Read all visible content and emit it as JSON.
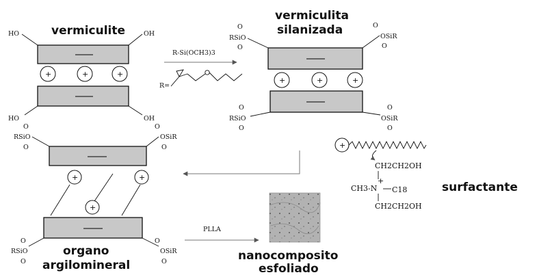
{
  "labels": {
    "vermiculite": "vermiculite",
    "silanized_line1": "vermiculita",
    "silanized_line2": "silanizada",
    "surfactant": "surfactante",
    "organo_line1": "organo",
    "organo_line2": "argilomineral",
    "nanocomposite_line1": "nanocomposito",
    "nanocomposite_line2": "esfoliado"
  },
  "chemistry": {
    "hydroxyl": "HO",
    "hydroxyl_right": "OH",
    "silane_reagent": "R-Si(OCH3)3",
    "r_equals": "R=",
    "rsio": "RSiO",
    "osir": "OSiR",
    "oxygen": "O",
    "plla": "PLLA",
    "surf_ch2ch2oh": "CH2CH2OH",
    "surf_ch3n": "CH3-N",
    "surf_c18": "C18",
    "plus": "+"
  },
  "colors": {
    "plate_fill": "#c8c8c8",
    "stroke": "#111111",
    "arrow": "#777777",
    "micrograph": "#a9a9a9"
  },
  "icons": {
    "cation": "circled-plus",
    "micrograph": "tem-micrograph-image"
  }
}
